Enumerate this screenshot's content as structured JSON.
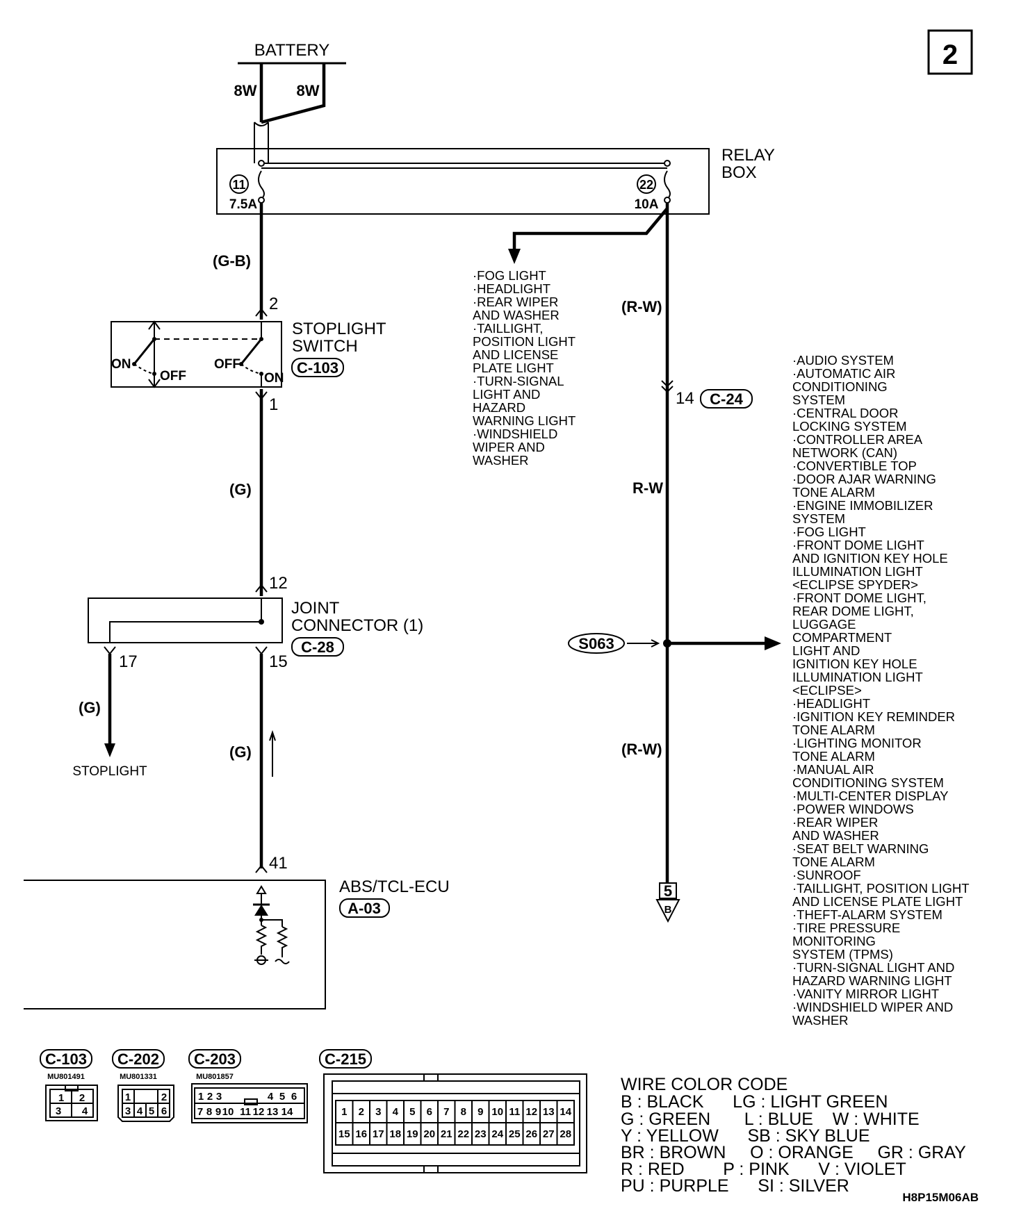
{
  "page": {
    "number": "2",
    "drawing_code": "H8P15M06AB"
  },
  "battery": {
    "label": "BATTERY",
    "wire_left": "8W",
    "wire_right": "8W"
  },
  "relay_box": {
    "label_1": "RELAY",
    "label_2": "BOX",
    "fuse_left": {
      "number": "11",
      "rating": "7.5A"
    },
    "fuse_right": {
      "number": "22",
      "rating": "10A"
    }
  },
  "left_circuit": {
    "wire_gb": "(G-B)",
    "stoplight_switch": {
      "label_1": "STOPLIGHT",
      "label_2": "SWITCH",
      "connector": "C-103",
      "pin_top": "2",
      "pin_bottom": "1",
      "on_left": "ON",
      "off_left": "OFF",
      "off_right": "OFF",
      "on_right": "ON"
    },
    "wire_g1": "(G)",
    "joint_connector": {
      "label_1": "JOINT",
      "label_2": "CONNECTOR (1)",
      "connector": "C-28",
      "pin_top": "12",
      "pin_left": "17",
      "pin_right": "15"
    },
    "wire_g_stoplight": "(G)",
    "stoplight_label": "STOPLIGHT",
    "wire_g2": "(G)",
    "ecu": {
      "pin": "41",
      "label": "ABS/TCL-ECU",
      "connector": "A-03"
    }
  },
  "right_circuit": {
    "fuse22_loads": [
      "·FOG LIGHT",
      "·HEADLIGHT",
      "·REAR WIPER",
      " AND WASHER",
      "·TAILLIGHT,",
      " POSITION LIGHT",
      " AND LICENSE",
      " PLATE LIGHT",
      "·TURN-SIGNAL",
      " LIGHT AND",
      " HAZARD",
      " WARNING LIGHT",
      "·WINDSHIELD",
      " WIPER AND",
      " WASHER"
    ],
    "wire_rw1": "(R-W)",
    "connector_c24": {
      "pin": "14",
      "connector": "C-24"
    },
    "wire_rw2": "R-W",
    "splice": "S063",
    "wire_rw3": "(R-W)",
    "continue_page": "5",
    "continue_letter": "B",
    "splice_loads": [
      "·AUDIO SYSTEM",
      "·AUTOMATIC AIR",
      " CONDITIONING",
      " SYSTEM",
      "·CENTRAL DOOR",
      " LOCKING SYSTEM",
      "·CONTROLLER AREA",
      " NETWORK (CAN)",
      "·CONVERTIBLE TOP",
      "·DOOR AJAR WARNING",
      " TONE ALARM",
      "·ENGINE IMMOBILIZER",
      " SYSTEM",
      "·FOG LIGHT",
      "·FRONT DOME LIGHT",
      " AND IGNITION KEY HOLE",
      " ILLUMINATION LIGHT",
      " <ECLIPSE SPYDER>",
      "·FRONT DOME LIGHT,",
      " REAR DOME LIGHT,",
      " LUGGAGE",
      " COMPARTMENT",
      " LIGHT AND",
      " IGNITION KEY HOLE",
      " ILLUMINATION LIGHT",
      " <ECLIPSE>",
      "·HEADLIGHT",
      "·IGNITION KEY REMINDER",
      " TONE ALARM",
      "·LIGHTING MONITOR",
      " TONE ALARM",
      "·MANUAL AIR",
      " CONDITIONING SYSTEM",
      "·MULTI-CENTER DISPLAY",
      "·POWER WINDOWS",
      "·REAR WIPER",
      " AND WASHER",
      "·SEAT BELT WARNING",
      " TONE ALARM",
      "·SUNROOF",
      "·TAILLIGHT, POSITION LIGHT",
      " AND LICENSE PLATE LIGHT",
      "·THEFT-ALARM SYSTEM",
      "·TIRE PRESSURE",
      " MONITORING",
      " SYSTEM (TPMS)",
      "·TURN-SIGNAL LIGHT AND",
      " HAZARD WARNING LIGHT",
      "·VANITY MIRROR LIGHT",
      "·WINDSHIELD WIPER AND",
      " WASHER"
    ]
  },
  "connector_views": [
    {
      "code": "C-103",
      "part": "MU801491",
      "pins": [
        "1",
        "2",
        "3",
        "4"
      ]
    },
    {
      "code": "C-202",
      "part": "MU801331",
      "pins": [
        "1",
        "2",
        "3",
        "4",
        "5",
        "6"
      ]
    },
    {
      "code": "C-203",
      "part": "MU801857",
      "pins": [
        "1",
        "2",
        "3",
        "4",
        "5",
        "6",
        "7",
        "8",
        "9",
        "10",
        "11",
        "12",
        "13",
        "14"
      ]
    },
    {
      "code": "C-215",
      "part": "",
      "pins": [
        "1",
        "2",
        "3",
        "4",
        "5",
        "6",
        "7",
        "8",
        "9",
        "10",
        "11",
        "12",
        "13",
        "14",
        "15",
        "16",
        "17",
        "18",
        "19",
        "20",
        "21",
        "22",
        "23",
        "24",
        "25",
        "26",
        "27",
        "28"
      ]
    }
  ],
  "wire_color_code": {
    "title": "WIRE COLOR CODE",
    "rows": [
      "B : BLACK      LG : LIGHT GREEN",
      "G : GREEN       L : BLUE    W : WHITE",
      "Y : YELLOW      SB : SKY BLUE",
      "BR : BROWN     O : ORANGE     GR : GRAY",
      "R : RED        P : PINK      V : VIOLET",
      "PU : PURPLE      SI : SILVER"
    ]
  }
}
